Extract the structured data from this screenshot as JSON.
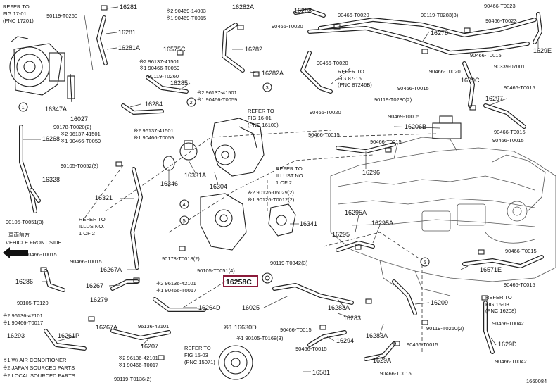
{
  "labels": {
    "refer_17_01_a": "REFER TO",
    "refer_17_01_b": "FIG 17-01",
    "refer_17_01_c": "(PNC 17201)",
    "l_90119_t0260": "90119-T0260",
    "l_16281": "16281",
    "l_16281a": "16281A",
    "l_90469_14003": "※2 90469-14003",
    "l_90469_t0015": "※1 90469-T0015",
    "l_16282a_top": "16282A",
    "l_16298": "16298",
    "l_90466_t0020_top": "90466-T0020",
    "l_90119_t0283": "90119-T0283(3)",
    "l_90466_t0023_top": "90466-T0023",
    "l_90466_t0023_b": "90466-T0023",
    "l_16278": "16278",
    "l_16291": "1629E",
    "l_16575c": "16575C",
    "l_16282": "16282",
    "l_96137_41501_a": "※2 96137-41501",
    "l_90466_t0059_a": "※1 90466-T0059",
    "l_90119_t0260_b": "90119-T0260",
    "l_16282a": "16282A",
    "l_16285": "16285",
    "l_90466_t0020_b": "90466-T0020",
    "l_90466_t0020_c": "90466-T0020",
    "l_90466_t0015_a": "90466-T0015",
    "l_90339_07001": "90339-07001",
    "l_refer_87_16_a": "REFER TO",
    "l_refer_87_16_b": "FIG 87-16",
    "l_refer_87_16_c": "(PNC 87246B)",
    "l_90466_t0020_d": "90466-T0020",
    "l_16347a": "16347A",
    "l_96137_41501_b": "※2 96137-41501",
    "l_90466_t0059_b": "※1 90466-T0059",
    "l_16284": "16284",
    "l_90466_t0020_e": "90466-T0020",
    "l_1629c": "1629C",
    "l_90466_t0015_b": "90466-T0015",
    "l_90119_t0280": "90119-T0280(2)",
    "l_16297": "16297",
    "l_16027": "16027",
    "l_90178_t0020": "90178-T0020(2)",
    "l_96137_41501_c": "※2 96137-41501",
    "l_90466_t0059_c": "※1 90466-T0059",
    "l_96137_41501_d": "※2 96137-41501",
    "l_90466_t0059_d": "※1 90466-T0059",
    "l_refer_16_01_a": "REFER TO",
    "l_refer_16_01_b": "FIG 16-01",
    "l_refer_16_01_c": "(PNC 16100)",
    "l_90469_10005": "90469-10005",
    "l_16206b": "16206B",
    "l_90466_t0015_c": "90466-T0015",
    "l_90466_t0015_d": "90466-T0015",
    "l_90466_t0015_e": "90466-T0015",
    "l_16268": "16268",
    "l_90466_t0015_f": "90466-T0015",
    "l_90466_t0015_g": "90466-T0015",
    "l_90105_t0052": "90105-T0052(3)",
    "l_16346": "16346",
    "l_16331a": "16331A",
    "l_16296": "16296",
    "l_refer_illus_a": "REFER TO",
    "l_refer_illus_b": "ILLUST NO.",
    "l_refer_illus_c": "1 OF 2",
    "l_16328": "16328",
    "l_16321": "16321",
    "l_16304": "16304",
    "l_290126_06029": "※2 90126-06029(2)",
    "l_290126_t0012": "※1 90126-T0012(2)",
    "l_90105_t0051_3": "90105-T0051(3)",
    "l_16295a_a": "16295A",
    "l_16341": "16341",
    "l_16295": "16295",
    "l_16295a_b": "16295A",
    "l_refer_illus2_a": "REFER TO",
    "l_refer_illus2_b": "ILLUS NO.",
    "l_refer_illus2_c": "1 OF 2",
    "l_vehicle_jp": "車両前方",
    "l_vehicle_front": "VEHICLE FRONT SIDE",
    "l_90466_t0015_h": "90466-T0015",
    "l_90466_t0015_i": "90466-T0015",
    "l_90178_t0018": "90178-T0018(2)",
    "l_90119_t0342": "90119-T0342(3)",
    "l_90466_t0015_j": "90466-T0015",
    "l_16267a_a": "16267A",
    "l_90105_t0051_4": "90105-T0051(4)",
    "l_16571e": "16571E",
    "l_16286": "16286",
    "l_16267": "16267",
    "l_96136_42101_a": "※2 96136-42101",
    "l_90466_t0017_a": "※1 90466-T0017",
    "l_16258c": "16258C",
    "l_90466_t0015_k": "90466-T0015",
    "l_16279": "16279",
    "l_90105_t0120": "90105-T0120",
    "l_16264d": "16264D",
    "l_16025": "16025",
    "l_16283a_a": "16283A",
    "l_16209": "16209",
    "l_refer_16_03_a": "REFER TO",
    "l_refer_16_03_b": "FIG 16-03",
    "l_refer_16_03_c": "(PNC 16208)",
    "l_96136_42101_b": "※2 96136-42101",
    "l_90466_t0017_b": "※1 90466-T0017",
    "l_16283": "16283",
    "l_16293": "16293",
    "l_16261p": "16261P",
    "l_16267a_b": "16267A",
    "l_96136_42101_c": "96136-42101",
    "l_16630d": "※1 16630D",
    "l_90466_t0015_l": "90466-T0015",
    "l_90119_t0260_c": "90119-T0260(2)",
    "l_90466_t0042": "90466-T0042",
    "l_16283a_b": "16283A",
    "l_90105_t0168": "※1 90105-T0168(3)",
    "l_16294": "16294",
    "l_90466_t0015_m": "90466-T0015",
    "l_16290": "1629D",
    "l_16207": "16207",
    "l_96136_42101_d": "※2 96136-42101",
    "l_90466_t0017_c": "※1 90466-T0017",
    "l_refer_15_03_a": "REFER TO",
    "l_refer_15_03_b": "FIG 15-03",
    "l_refer_15_03_c": "(PNC 15071)",
    "l_90466_t0015_n": "90466-T0015",
    "l_1629a": "1629A",
    "l_16581": "16581",
    "l_90466_t0015_o": "90466-T0015",
    "l_90466_t0042_b": "90466-T0042",
    "l_90119_t0136": "90119-T0136(2)",
    "l_legend_1": "※1 W/ AIR CONDITIONER",
    "l_legend_2": "※2 JAPAN SOURCED PARTS",
    "l_legend_3": "※2 LOCAL SOURCED PARTS",
    "l_code": "1660084"
  },
  "callout_numbers": [
    "1",
    "2",
    "3",
    "4",
    "5",
    "5"
  ]
}
